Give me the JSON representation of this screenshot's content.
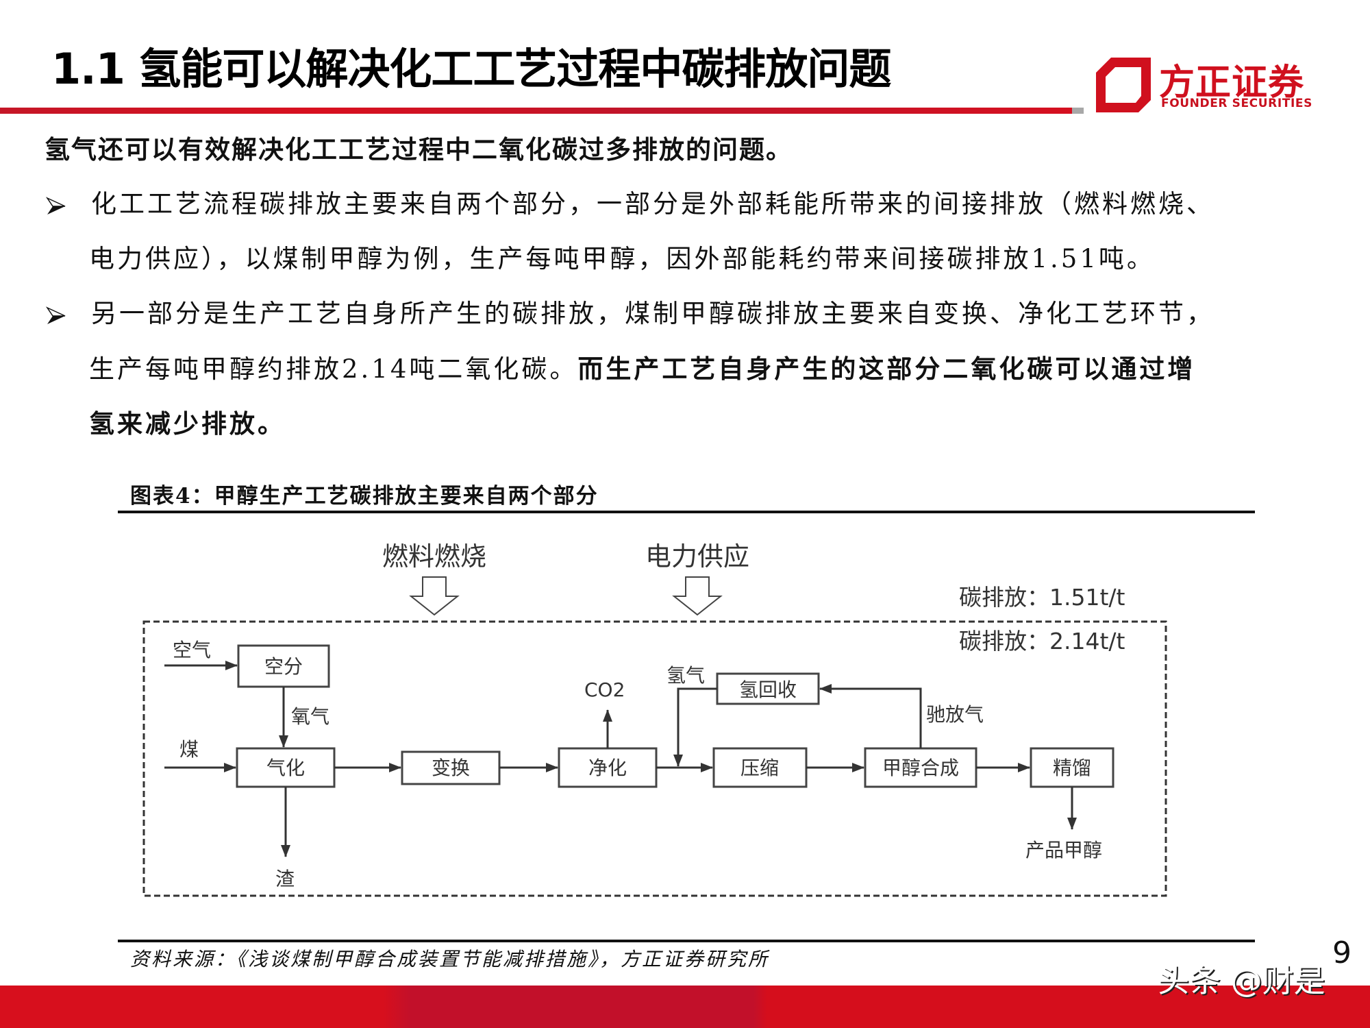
{
  "header": {
    "title": "1.1 氢能可以解决化工工艺过程中碳排放问题",
    "brand_color": "#d0101e",
    "logo": {
      "icon": "founder-logo-mark-icon",
      "name_cn": "方正证券",
      "name_en": "FOUNDER SECURITIES"
    }
  },
  "body": {
    "lead": "氢气还可以有效解决化工工艺过程中二氧化碳过多排放的问题。",
    "bullets": [
      {
        "icon": "arrowhead-bullet-icon",
        "lines": [
          "化工工艺流程碳排放主要来自两个部分，一部分是外部耗能所带来的间接排放（燃料燃烧、",
          "电力供应），以煤制甲醇为例，生产每吨甲醇，因外部能耗约带来间接碳排放1.51吨。"
        ]
      },
      {
        "icon": "arrowhead-bullet-icon",
        "lines": [
          "另一部分是生产工艺自身所产生的碳排放，煤制甲醇碳排放主要来自变换、净化工艺环节，"
        ],
        "line2_normal": "生产每吨甲醇约排放2.14吨二氧化碳。",
        "line2_bold": "而生产工艺自身产生的这部分二氧化碳可以通过增",
        "line3_bold": "氢来减少排放。"
      }
    ]
  },
  "figure": {
    "title": "图表4：甲醇生产工艺碳排放主要来自两个部分",
    "external_inputs": [
      "燃料燃烧",
      "电力供应"
    ],
    "emissions": {
      "external": "碳排放：1.51t/t",
      "process": "碳排放：2.14t/t"
    },
    "inputs": {
      "air": "空气",
      "coal": "煤",
      "oxygen": "氧气",
      "hydrogen": "氢气",
      "purge_gas": "驰放气"
    },
    "outputs": {
      "co2": "CO2",
      "slag": "渣",
      "product": "产品甲醇"
    },
    "nodes": {
      "air_separation": "空分",
      "gasification": "气化",
      "shift": "变换",
      "purification": "净化",
      "compression": "压缩",
      "methanol_synthesis": "甲醇合成",
      "distillation": "精馏",
      "hydrogen_recovery": "氢回收"
    },
    "source": "资料来源：《浅谈煤制甲醇合成装置节能减排措施》，方正证券研究所"
  },
  "footer": {
    "page_number": "9",
    "watermark": "头条 @财是"
  }
}
